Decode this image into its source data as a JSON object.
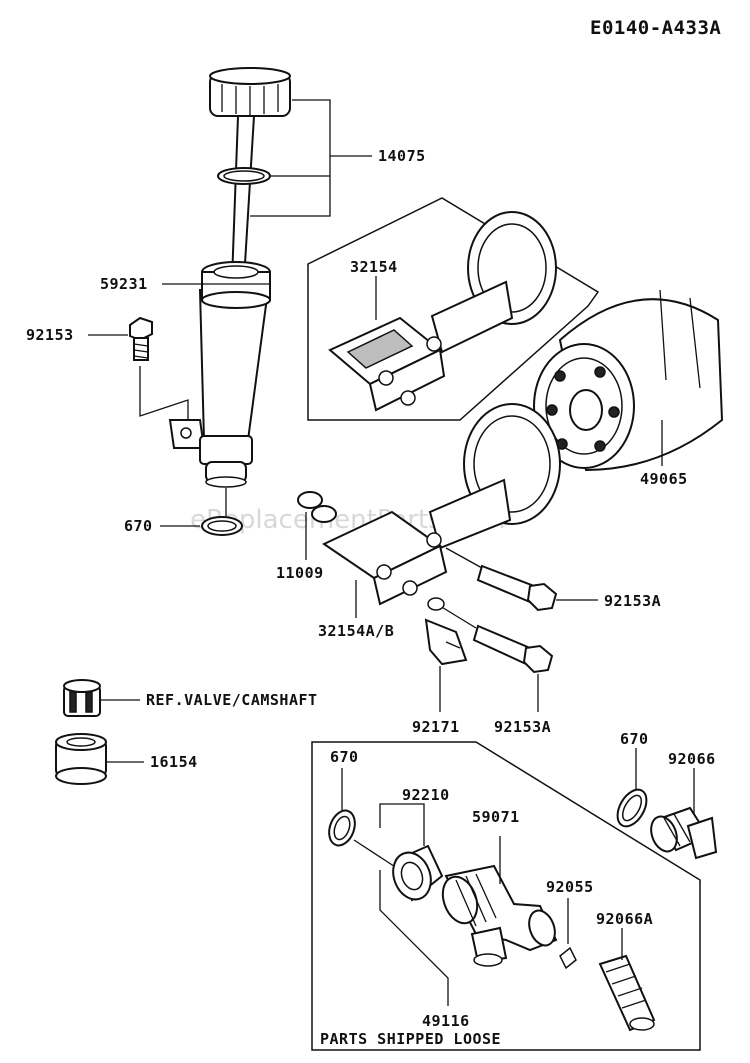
{
  "diagram_code": "E0140-A433A",
  "watermark": "eReplacementParts.com",
  "parts": {
    "p14075": "14075",
    "p59231": "59231",
    "p92153": "92153",
    "p670_left": "670",
    "p32154": "32154",
    "p49065": "49065",
    "p11009": "11009",
    "p32154ab": "32154A/B",
    "p92153a_upper": "92153A",
    "p92153a_lower": "92153A",
    "p92171": "92171",
    "ref_valve": "REF.VALVE/CAMSHAFT",
    "p16154": "16154",
    "p670_right": "670",
    "p92066": "92066",
    "p670_box": "670",
    "p92210": "92210",
    "p59071": "59071",
    "p92055": "92055",
    "p92066a": "92066A",
    "p49116": "49116"
  },
  "box_caption": "PARTS SHIPPED LOOSE"
}
